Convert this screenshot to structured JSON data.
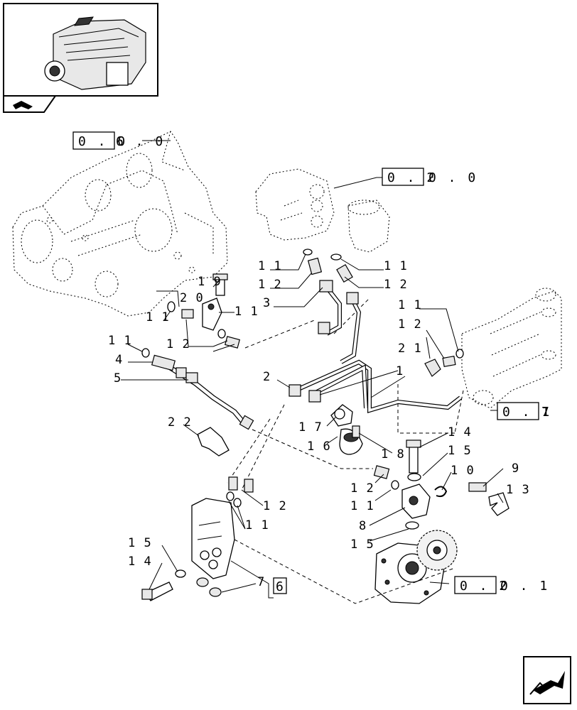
{
  "references": {
    "block": {
      "boxed": "0 . 0",
      "suffix": "6 . 0"
    },
    "filter": {
      "boxed": "0 . 2",
      "suffix": "0 . 0"
    },
    "rail": {
      "boxed": "0 . 1",
      "suffix": "7"
    },
    "pump": {
      "boxed": "0 . 2",
      "suffix": "0 . 1"
    },
    "group7": {
      "boxed": "6"
    }
  },
  "callouts": {
    "c1": "1",
    "c2": "2",
    "c3": "3",
    "c4": "4",
    "c5": "5",
    "c7": "7",
    "c8": "8",
    "c9": "9",
    "c10": "1 0",
    "c11a": "1 1",
    "c11b": "1 1",
    "c11c": "1 1",
    "c11d": "1 1",
    "c11e": "1 1",
    "c11f": "1 1",
    "c11g": "1 1",
    "c11h": "1 1",
    "c12a": "1 2",
    "c12b": "1 2",
    "c12c": "1 2",
    "c12d": "1 2",
    "c12e": "1 2",
    "c12f": "1 2",
    "c13": "1 3",
    "c14a": "1 4",
    "c14b": "1 4",
    "c15a": "1 5",
    "c15b": "1 5",
    "c15c": "1 5",
    "c16": "1 6",
    "c17": "1 7",
    "c18": "1 8",
    "c19": "1 9",
    "c20": "2 0",
    "c21": "2 1",
    "c22": "2 2"
  },
  "icons": {
    "engine_thumbnail": "engine-thumbnail-icon",
    "section_tab": "section-tab-icon",
    "next_page": "next-page-arrow-icon"
  }
}
